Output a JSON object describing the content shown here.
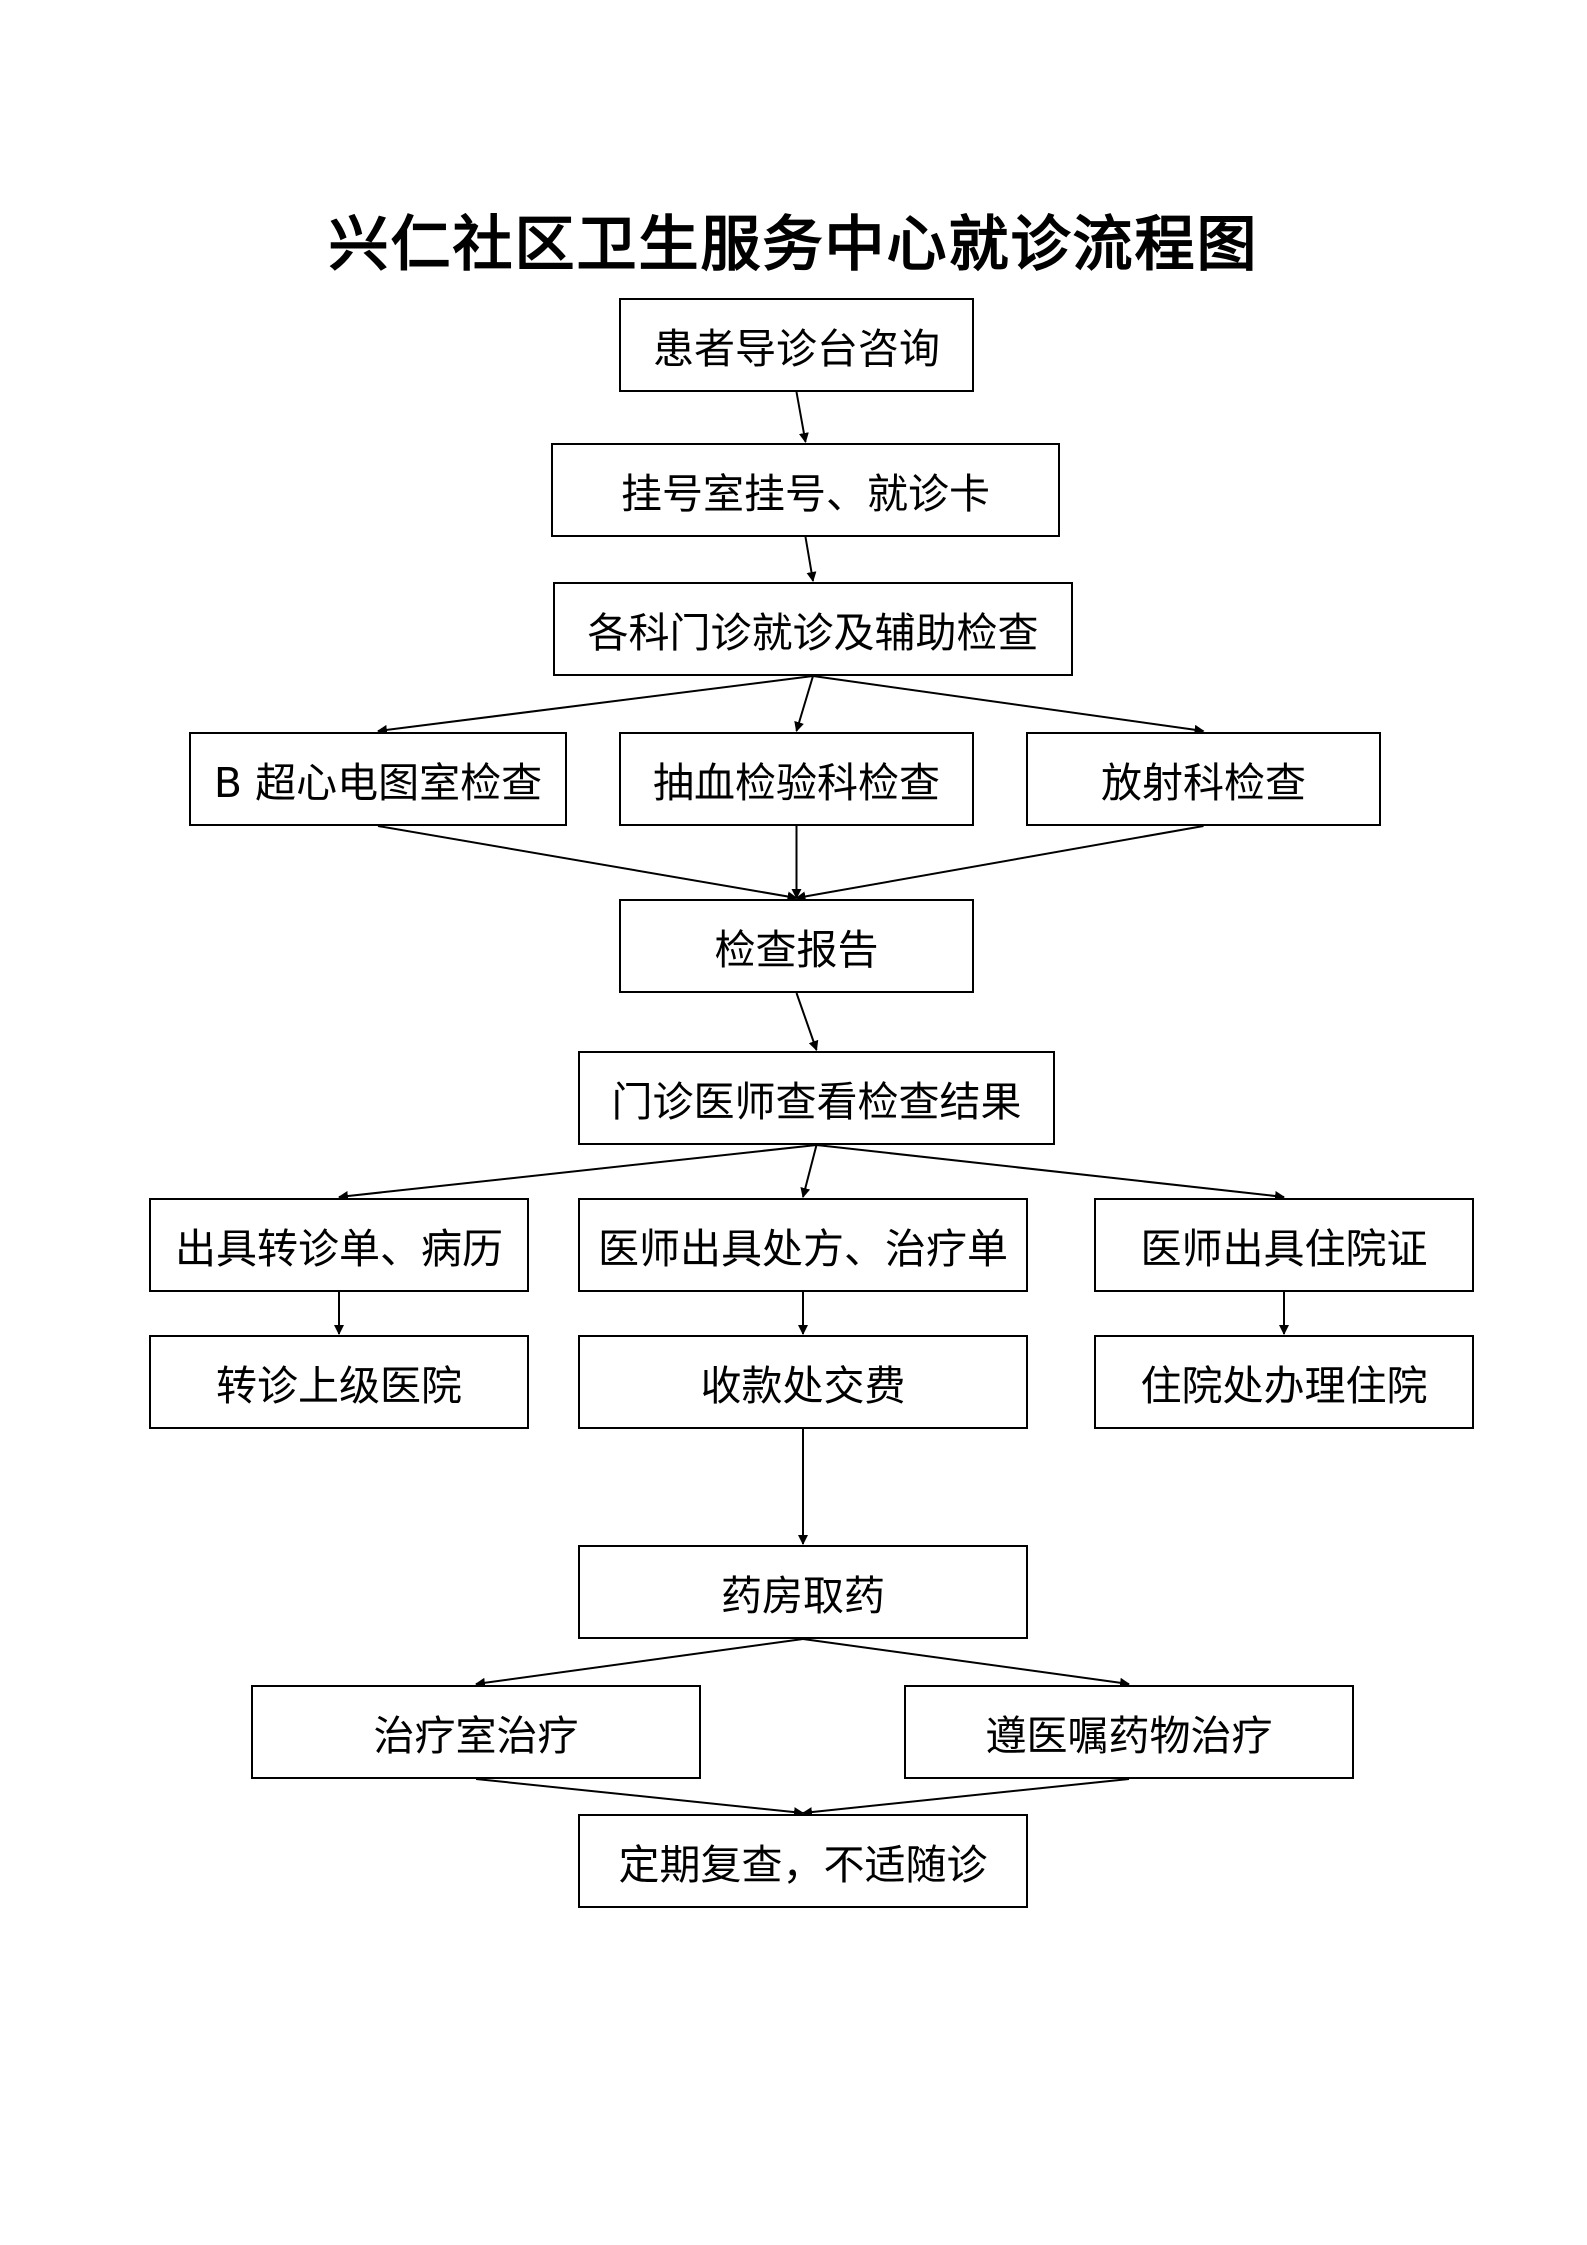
{
  "title": "兴仁社区卫生服务中心就诊流程图",
  "nodes": {
    "consult": "患者导诊台咨询",
    "register": "挂号室挂号、就诊卡",
    "outpatient": "各科门诊就诊及辅助检查",
    "ultrasound": "B 超心电图室检查",
    "blood_test": "抽血检验科检查",
    "radiology": "放射科检查",
    "report": "检查报告",
    "doctor_review": "门诊医师查看检查结果",
    "referral_doc": "出具转诊单、病历",
    "prescription": "医师出具处方、治疗单",
    "admission_cert": "医师出具住院证",
    "referral_upper": "转诊上级医院",
    "payment": "收款处交费",
    "admission": "住院处办理住院",
    "pharmacy": "药房取药",
    "treatment_room": "治疗室治疗",
    "medication": "遵医嘱药物治疗",
    "followup": "定期复查，不适随诊"
  },
  "edges": [
    [
      "consult",
      "register"
    ],
    [
      "register",
      "outpatient"
    ],
    [
      "outpatient",
      "ultrasound"
    ],
    [
      "outpatient",
      "blood_test"
    ],
    [
      "outpatient",
      "radiology"
    ],
    [
      "ultrasound",
      "report"
    ],
    [
      "blood_test",
      "report"
    ],
    [
      "radiology",
      "report"
    ],
    [
      "report",
      "doctor_review"
    ],
    [
      "doctor_review",
      "referral_doc"
    ],
    [
      "doctor_review",
      "prescription"
    ],
    [
      "doctor_review",
      "admission_cert"
    ],
    [
      "referral_doc",
      "referral_upper"
    ],
    [
      "prescription",
      "payment"
    ],
    [
      "admission_cert",
      "admission"
    ],
    [
      "payment",
      "pharmacy"
    ],
    [
      "pharmacy",
      "treatment_room"
    ],
    [
      "pharmacy",
      "medication"
    ],
    [
      "treatment_room",
      "followup"
    ],
    [
      "medication",
      "followup"
    ]
  ]
}
